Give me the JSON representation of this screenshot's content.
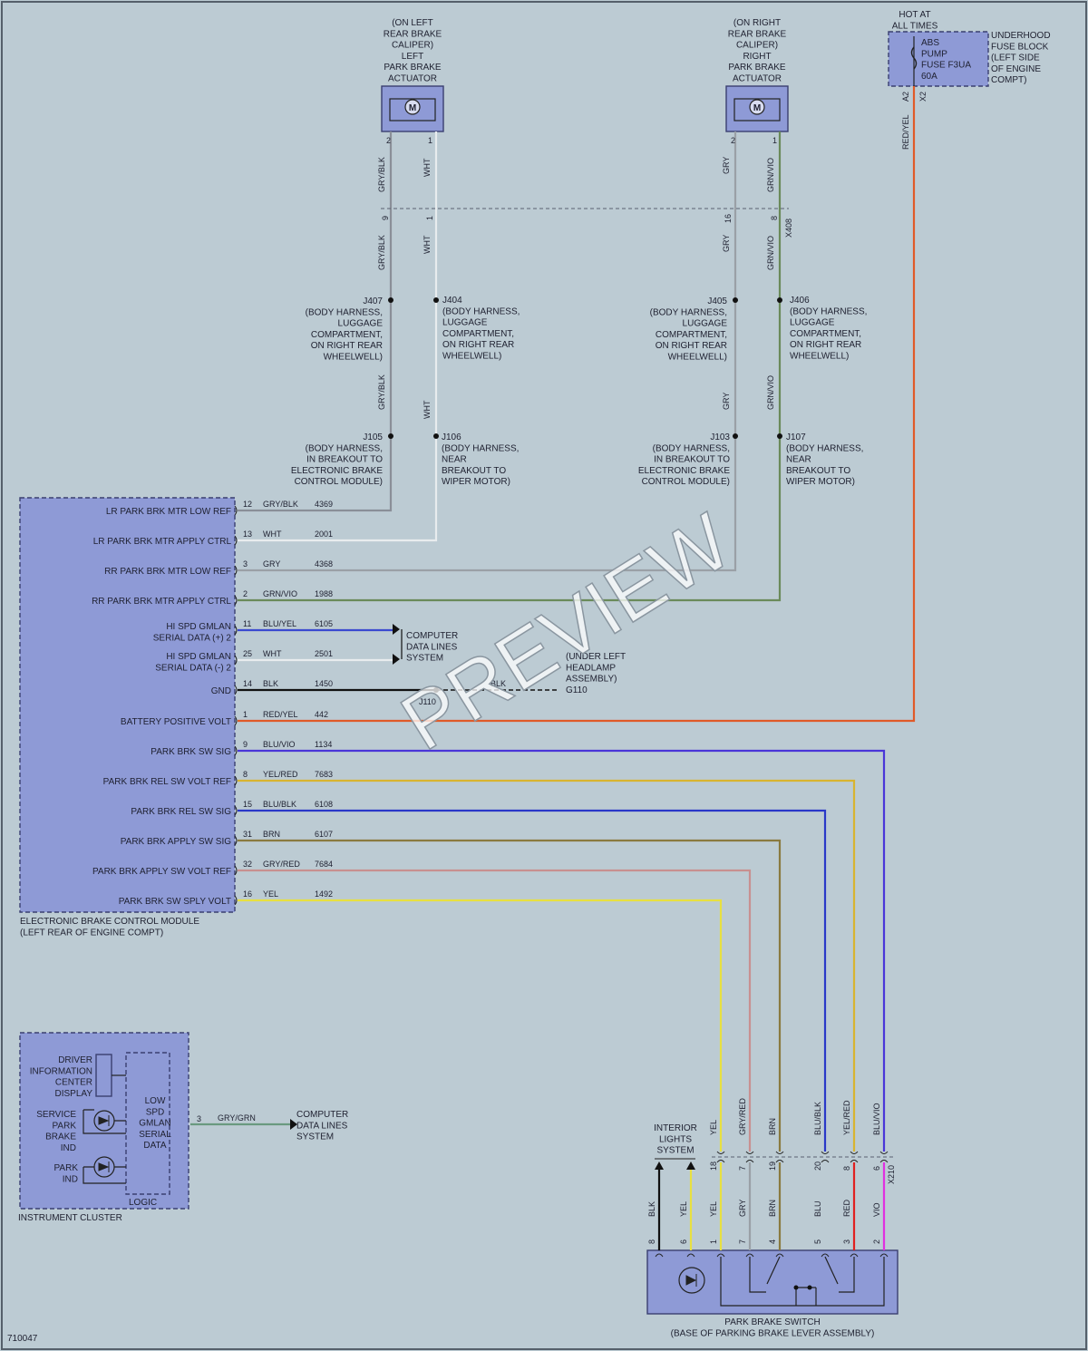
{
  "figure_id": "710047",
  "watermark": "PREVIEW",
  "colors": {
    "gry_blk": "#8a8f98",
    "wht": "#e8ecee",
    "gry": "#9aa0a6",
    "grn_vio": "#6a8a5a",
    "blu_yel": "#3a4ad0",
    "blk": "#111111",
    "red_yel": "#e05a28",
    "blu_vio": "#4a36d8",
    "yel_red": "#d8b430",
    "blu_blk": "#2a38c8",
    "brn": "#8a7a40",
    "gry_red": "#c89090",
    "yel": "#e8e040",
    "red": "#e02020",
    "vio": "#e030e0",
    "gry_grn": "#6a9a80"
  },
  "top": {
    "left_actuator": [
      "(ON LEFT",
      "REAR BRAKE",
      "CALIPER)",
      "LEFT",
      "PARK BRAKE",
      "ACTUATOR"
    ],
    "right_actuator": [
      "(ON RIGHT",
      "REAR BRAKE",
      "CALIPER)",
      "RIGHT",
      "PARK BRAKE",
      "ACTUATOR"
    ],
    "motor_symbol": "M",
    "hot_at": [
      "HOT AT",
      "ALL TIMES"
    ],
    "fuse": [
      "ABS",
      "PUMP",
      "FUSE F3UA",
      "60A"
    ],
    "fuse_block": [
      "UNDERHOOD",
      "FUSE BLOCK",
      "(LEFT SIDE",
      "OF ENGINE",
      "COMPT)"
    ],
    "fuse_pin_a": "A2",
    "fuse_conn": "X2",
    "fuse_wire": "RED/YEL"
  },
  "wires_vertical": {
    "la_pin2": "2",
    "la_pin1": "1",
    "ra_pin2": "2",
    "ra_pin1": "1",
    "gry_blk": "GRY/BLK",
    "wht": "WHT",
    "gry": "GRY",
    "grn_vio": "GRN/VIO",
    "x408_9": "9",
    "x408_1": "1",
    "x408_16": "16",
    "x408_8": "8",
    "x408": "X408"
  },
  "splices": {
    "j407": [
      "J407",
      "(BODY HARNESS,",
      "LUGGAGE",
      "COMPARTMENT,",
      "ON RIGHT REAR",
      "WHEELWELL)"
    ],
    "j404": [
      "J404",
      "(BODY HARNESS,",
      "LUGGAGE",
      "COMPARTMENT,",
      "ON RIGHT REAR",
      "WHEELWELL)"
    ],
    "j405": [
      "J405",
      "(BODY HARNESS,",
      "LUGGAGE",
      "COMPARTMENT,",
      "ON RIGHT REAR",
      "WHEELWELL)"
    ],
    "j406": [
      "J406",
      "(BODY HARNESS,",
      "LUGGAGE",
      "COMPARTMENT,",
      "ON RIGHT REAR",
      "WHEELWELL)"
    ],
    "j105": [
      "J105",
      "(BODY HARNESS,",
      "IN BREAKOUT TO",
      "ELECTRONIC BRAKE",
      "CONTROL MODULE)"
    ],
    "j106": [
      "J106",
      "(BODY HARNESS,",
      "NEAR",
      "BREAKOUT TO",
      "WIPER MOTOR)"
    ],
    "j103": [
      "J103",
      "(BODY HARNESS,",
      "IN BREAKOUT TO",
      "ELECTRONIC BRAKE",
      "CONTROL MODULE)"
    ],
    "j107": [
      "J107",
      "(BODY HARNESS,",
      "NEAR",
      "BREAKOUT TO",
      "WIPER MOTOR)"
    ]
  },
  "ebcm": {
    "title": [
      "ELECTRONIC BRAKE CONTROL MODULE",
      "(LEFT REAR OF ENGINE COMPT)"
    ],
    "rows": [
      {
        "label": [
          "LR PARK BRK MTR LOW REF"
        ],
        "pin": "12",
        "color": "GRY/BLK",
        "circuit": "4369"
      },
      {
        "label": [
          "LR PARK BRK MTR APPLY CTRL"
        ],
        "pin": "13",
        "color": "WHT",
        "circuit": "2001"
      },
      {
        "label": [
          "RR PARK BRK MTR LOW REF"
        ],
        "pin": "3",
        "color": "GRY",
        "circuit": "4368"
      },
      {
        "label": [
          "RR PARK BRK MTR APPLY CTRL"
        ],
        "pin": "2",
        "color": "GRN/VIO",
        "circuit": "1988"
      },
      {
        "label": [
          "HI SPD GMLAN",
          "SERIAL DATA (+) 2"
        ],
        "pin": "11",
        "color": "BLU/YEL",
        "circuit": "6105"
      },
      {
        "label": [
          "HI SPD GMLAN",
          "SERIAL DATA (-) 2"
        ],
        "pin": "25",
        "color": "WHT",
        "circuit": "2501"
      },
      {
        "label": [
          "GND"
        ],
        "pin": "14",
        "color": "BLK",
        "circuit": "1450"
      },
      {
        "label": [
          "BATTERY POSITIVE VOLT"
        ],
        "pin": "1",
        "color": "RED/YEL",
        "circuit": "442"
      },
      {
        "label": [
          "PARK BRK SW SIG"
        ],
        "pin": "9",
        "color": "BLU/VIO",
        "circuit": "1134"
      },
      {
        "label": [
          "PARK BRK REL SW VOLT REF"
        ],
        "pin": "8",
        "color": "YEL/RED",
        "circuit": "7683"
      },
      {
        "label": [
          "PARK BRK REL SW SIG"
        ],
        "pin": "15",
        "color": "BLU/BLK",
        "circuit": "6108"
      },
      {
        "label": [
          "PARK BRK APPLY SW SIG"
        ],
        "pin": "31",
        "color": "BRN",
        "circuit": "6107"
      },
      {
        "label": [
          "PARK BRK APPLY SW VOLT REF"
        ],
        "pin": "32",
        "color": "GRY/RED",
        "circuit": "7684"
      },
      {
        "label": [
          "PARK BRK SW SPLY VOLT"
        ],
        "pin": "16",
        "color": "YEL",
        "circuit": "1492"
      }
    ]
  },
  "data_lines": [
    "COMPUTER",
    "DATA LINES",
    "SYSTEM"
  ],
  "ground": {
    "splice": "J110",
    "blk": "BLK",
    "location": [
      "(UNDER LEFT",
      "HEADLAMP",
      "ASSEMBLY)"
    ],
    "g110": "G110"
  },
  "cluster": {
    "title": "INSTRUMENT CLUSTER",
    "dic": [
      "DRIVER",
      "INFORMATION",
      "CENTER",
      "DISPLAY"
    ],
    "service": [
      "SERVICE",
      "PARK",
      "BRAKE",
      "IND"
    ],
    "park": [
      "PARK",
      "IND"
    ],
    "gmlan": [
      "LOW",
      "SPD",
      "GMLAN",
      "SERIAL",
      "DATA"
    ],
    "logic": "LOGIC",
    "pin": "3",
    "wire": "GRY/GRN",
    "dest": [
      "COMPUTER",
      "DATA LINES",
      "SYSTEM"
    ]
  },
  "switch": {
    "title": [
      "PARK BRAKE SWITCH",
      "(BASE OF PARKING BRAKE LEVER ASSEMBLY)"
    ],
    "interior": [
      "INTERIOR",
      "LIGHTS",
      "SYSTEM"
    ],
    "x210": "X210",
    "upper": [
      {
        "color": "YEL",
        "pin": "18"
      },
      {
        "color": "GRY/RED",
        "pin": "7"
      },
      {
        "color": "BRN",
        "pin": "19"
      },
      {
        "color": "BLU/BLK",
        "pin": "20"
      },
      {
        "color": "YEL/RED",
        "pin": "8"
      },
      {
        "color": "BLU/VIO",
        "pin": "6"
      }
    ],
    "lower": [
      {
        "color": "BLK",
        "pin": "8"
      },
      {
        "color": "YEL",
        "pin": "6"
      },
      {
        "color": "YEL",
        "pin": "1"
      },
      {
        "color": "GRY",
        "pin": "7"
      },
      {
        "color": "BRN",
        "pin": "4"
      },
      {
        "color": "BLU",
        "pin": "5"
      },
      {
        "color": "RED",
        "pin": "3"
      },
      {
        "color": "VIO",
        "pin": "2"
      }
    ]
  }
}
